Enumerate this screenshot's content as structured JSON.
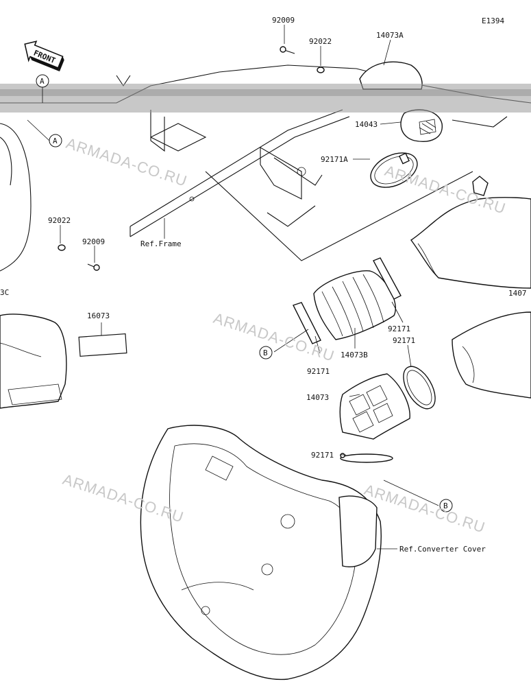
{
  "diagram_code": "E1394",
  "front_label": "FRONT",
  "ref_a": "A",
  "ref_b": "B",
  "parts": {
    "p92009_top": "92009",
    "p92022_top": "92022",
    "p14073A": "14073A",
    "p14043": "14043",
    "p92171A": "92171A",
    "p92022_left": "92022",
    "p92009_left": "92009",
    "p16073": "16073",
    "p_cut_3c": "3C",
    "p_cut_1407": "1407",
    "p92171_a": "92171",
    "p92171_b": "92171",
    "p92171_c": "92171",
    "p92171_d": "92171",
    "p14073B": "14073B",
    "p14073": "14073"
  },
  "refs": {
    "frame": "Ref.Frame",
    "converter_cover": "Ref.Converter Cover"
  },
  "watermark": "ARMADA-CO.RU",
  "colors": {
    "line": "#111111",
    "watermark": "#c8c8c8",
    "background": "#ffffff"
  }
}
